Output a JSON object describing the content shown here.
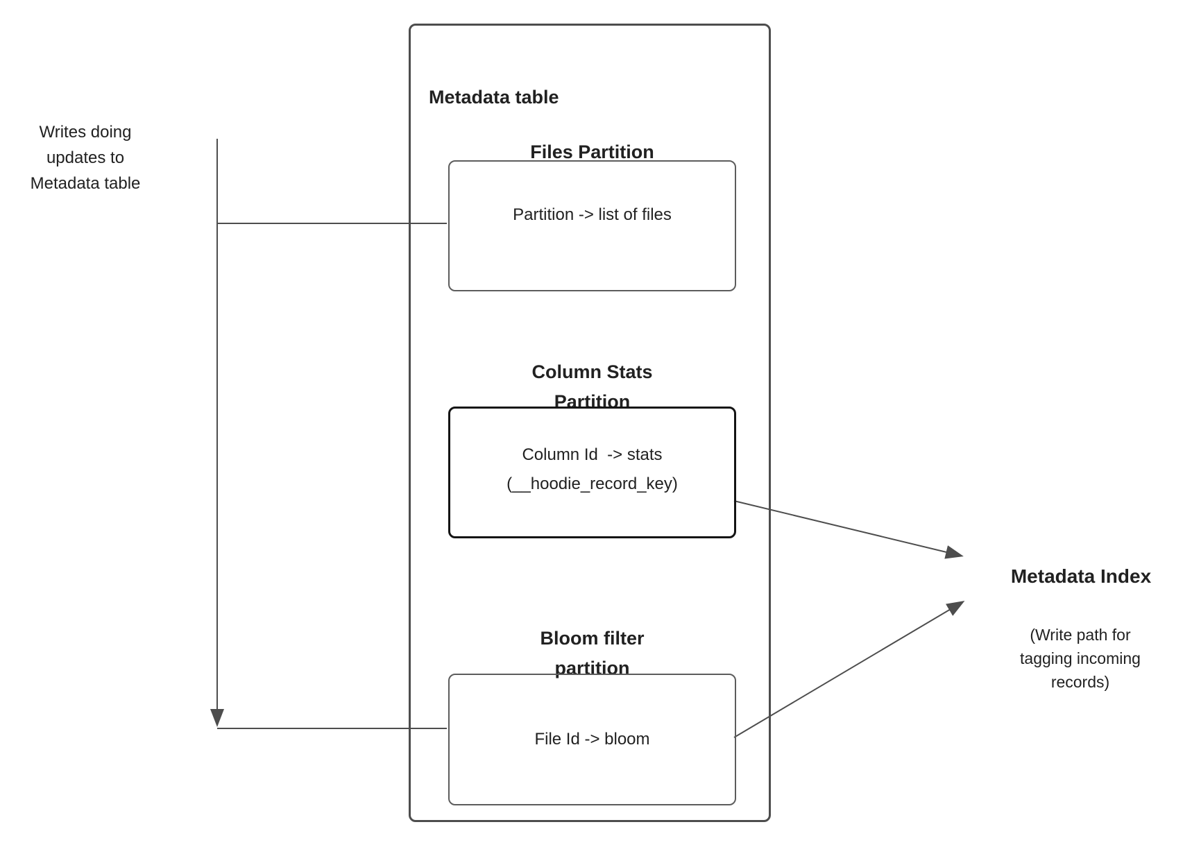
{
  "left_note": "Writes doing\nupdates to\nMetadata table",
  "metadata_table": {
    "title": "Metadata table",
    "files_partition": {
      "heading": "Files Partition",
      "mapping": "Partition -> list of files"
    },
    "column_stats_partition": {
      "heading": "Column Stats\nPartition",
      "mapping": "Column Id  -> stats\n(__hoodie_record_key)"
    },
    "bloom_filter_partition": {
      "heading": "Bloom filter\npartition",
      "mapping": "File Id -> bloom"
    }
  },
  "metadata_index": {
    "title": "Metadata Index",
    "note": "(Write path for\ntagging incoming\nrecords)"
  },
  "colors": {
    "line": "#4d4d4d",
    "inner_box_border": "#5c5c5c",
    "emphasis_box_border": "#141414",
    "text": "#212121"
  }
}
